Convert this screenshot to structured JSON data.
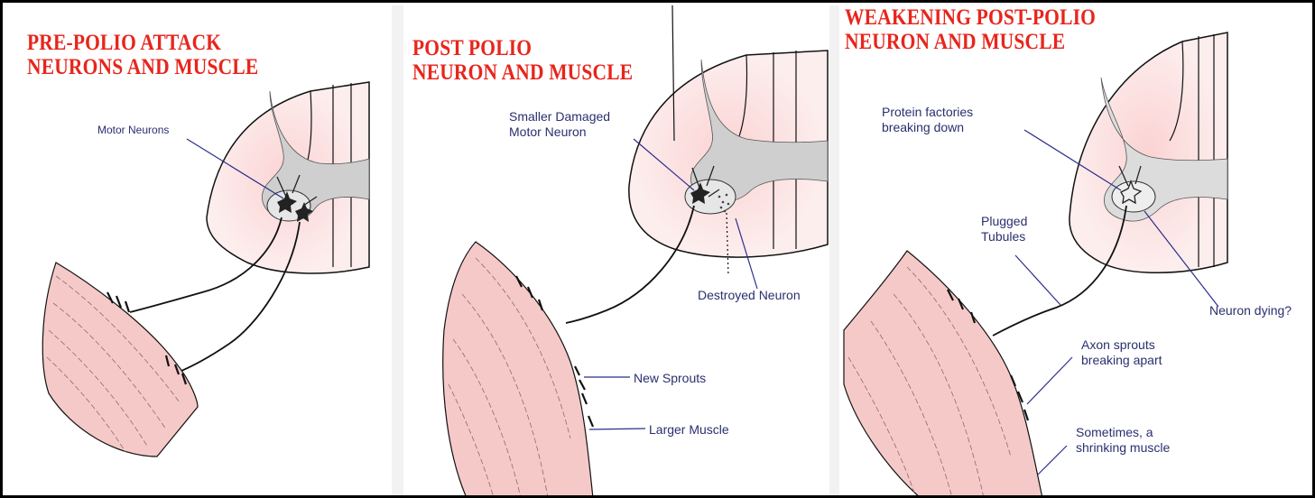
{
  "panels": [
    {
      "title": [
        "PRE-POLIO ATTACK",
        "NEURONS AND MUSCLE"
      ],
      "labels": {
        "motor_neurons": "Motor Neurons"
      }
    },
    {
      "title": [
        "POST POLIO",
        "NEURON AND MUSCLE"
      ],
      "labels": {
        "smaller_damaged": [
          "Smaller Damaged",
          "Motor Neuron"
        ],
        "destroyed": "Destroyed Neuron",
        "new_sprouts": "New Sprouts",
        "larger_muscle": "Larger Muscle"
      }
    },
    {
      "title": [
        "WEAKENING  POST-POLIO",
        "NEURON AND MUSCLE"
      ],
      "labels": {
        "protein": [
          "Protein factories",
          "breaking down"
        ],
        "plugged": [
          "Plugged",
          "Tubules"
        ],
        "dying": "Neuron dying?",
        "axon": [
          "Axon sprouts",
          "breaking apart"
        ],
        "shrinking": [
          "Sometimes, a",
          "shrinking muscle"
        ]
      }
    }
  ],
  "colors": {
    "title": "#e8251c",
    "label": "#2a2f6e",
    "leader": "#2b2f8a",
    "muscle": "#f6c9c9",
    "cord_gray": "#cfcfcf",
    "cord_pink": "#fde5e5",
    "ink": "#111111"
  }
}
